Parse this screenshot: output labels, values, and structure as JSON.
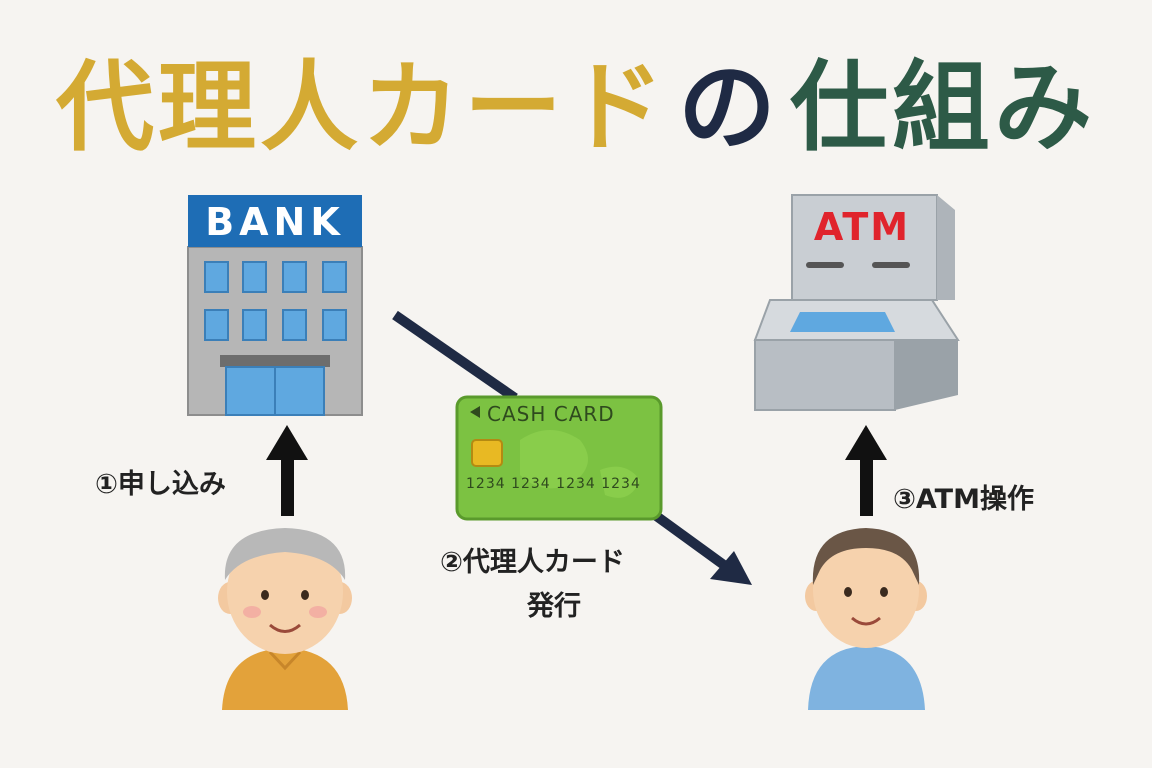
{
  "title": {
    "part1": "代理人カード",
    "part2": "の",
    "part3": "仕組み"
  },
  "bank": {
    "sign": "BANK"
  },
  "atm": {
    "sign": "ATM"
  },
  "card": {
    "label": "CASH CARD",
    "numbers": "1234 1234 1234 1234"
  },
  "steps": {
    "step1": "①申し込み",
    "step2_line1": "②代理人カード",
    "step2_line2": "発行",
    "step3": "③ATM操作"
  },
  "colors": {
    "title_gold": "#d4aa33",
    "title_navy": "#1f2a44",
    "title_green": "#2d5a47",
    "arrow": "#1f2a44",
    "card_green": "#7cc242"
  }
}
